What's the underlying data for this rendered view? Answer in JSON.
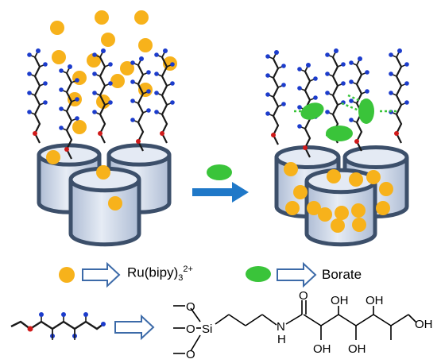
{
  "colors": {
    "particle": "#f7b21b",
    "borate": "#3ac43a",
    "cup_outline": "#3c4f6a",
    "cup_fill": "#c9d4e6",
    "cup_top": "#e4eaf4",
    "arrow": "#1f78c8",
    "chain": "#1a1a1a",
    "dot_blue": "#1c3ccc",
    "dot_red": "#d01a1a",
    "hbond": "#3ac43a"
  },
  "legend": {
    "ru_label_main": "Ru(bipy)",
    "ru_label_sub": "3",
    "ru_label_sup": "2+",
    "borate_label": "Borate"
  },
  "molecule": {
    "o1": "O",
    "o2": "O",
    "o3": "O",
    "si": "Si",
    "n": "N",
    "h": "H",
    "o_carbonyl": "O",
    "oh1": "OH",
    "oh2": "OH",
    "oh3": "OH",
    "oh4": "OH",
    "oh5": "OH"
  }
}
